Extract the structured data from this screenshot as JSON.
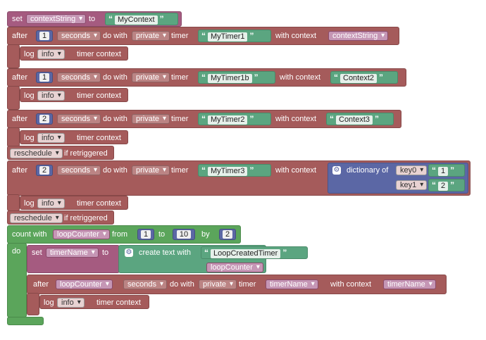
{
  "colors": {
    "set": "#a55b80",
    "timer": "#a55b5b",
    "text": "#5ba580",
    "loop": "#5ba55b",
    "math": "#5b67a5"
  },
  "b1": {
    "set": "set",
    "var": "contextString",
    "to": "to",
    "value": "MyContext"
  },
  "after_kw": "after",
  "seconds": "seconds",
  "dowith": "do with",
  "private": "private",
  "timer_kw": "timer",
  "withcontext": "with context",
  "log": "log",
  "info": "info",
  "timercontext": "timer context",
  "reschedule": "reschedule",
  "ifretriggered": "if retriggered",
  "t1": {
    "seconds": "1",
    "name": "MyTimer1",
    "ctx": "contextString"
  },
  "t2": {
    "seconds": "1",
    "name": "MyTimer1b",
    "ctx": "Context2"
  },
  "t3": {
    "seconds": "2",
    "name": "MyTimer2",
    "ctx": "Context3"
  },
  "t4": {
    "seconds": "2",
    "name": "MyTimer3",
    "dict": "dictionary of",
    "k0": "key0",
    "v0": "1",
    "k1": "key1",
    "v1": "2"
  },
  "loop": {
    "count": "count with",
    "var": "loopCounter",
    "from": "from",
    "fromv": "1",
    "to": "to",
    "tov": "10",
    "by": "by",
    "byv": "2",
    "do": "do"
  },
  "inner": {
    "set": "set",
    "var": "timerName",
    "to": "to",
    "create": "create text with",
    "s1": "LoopCreatedTimer",
    "s2": "loopCounter"
  },
  "t5": {
    "seconds": "loopCounter",
    "name": "timerName",
    "ctx": "timerName"
  }
}
